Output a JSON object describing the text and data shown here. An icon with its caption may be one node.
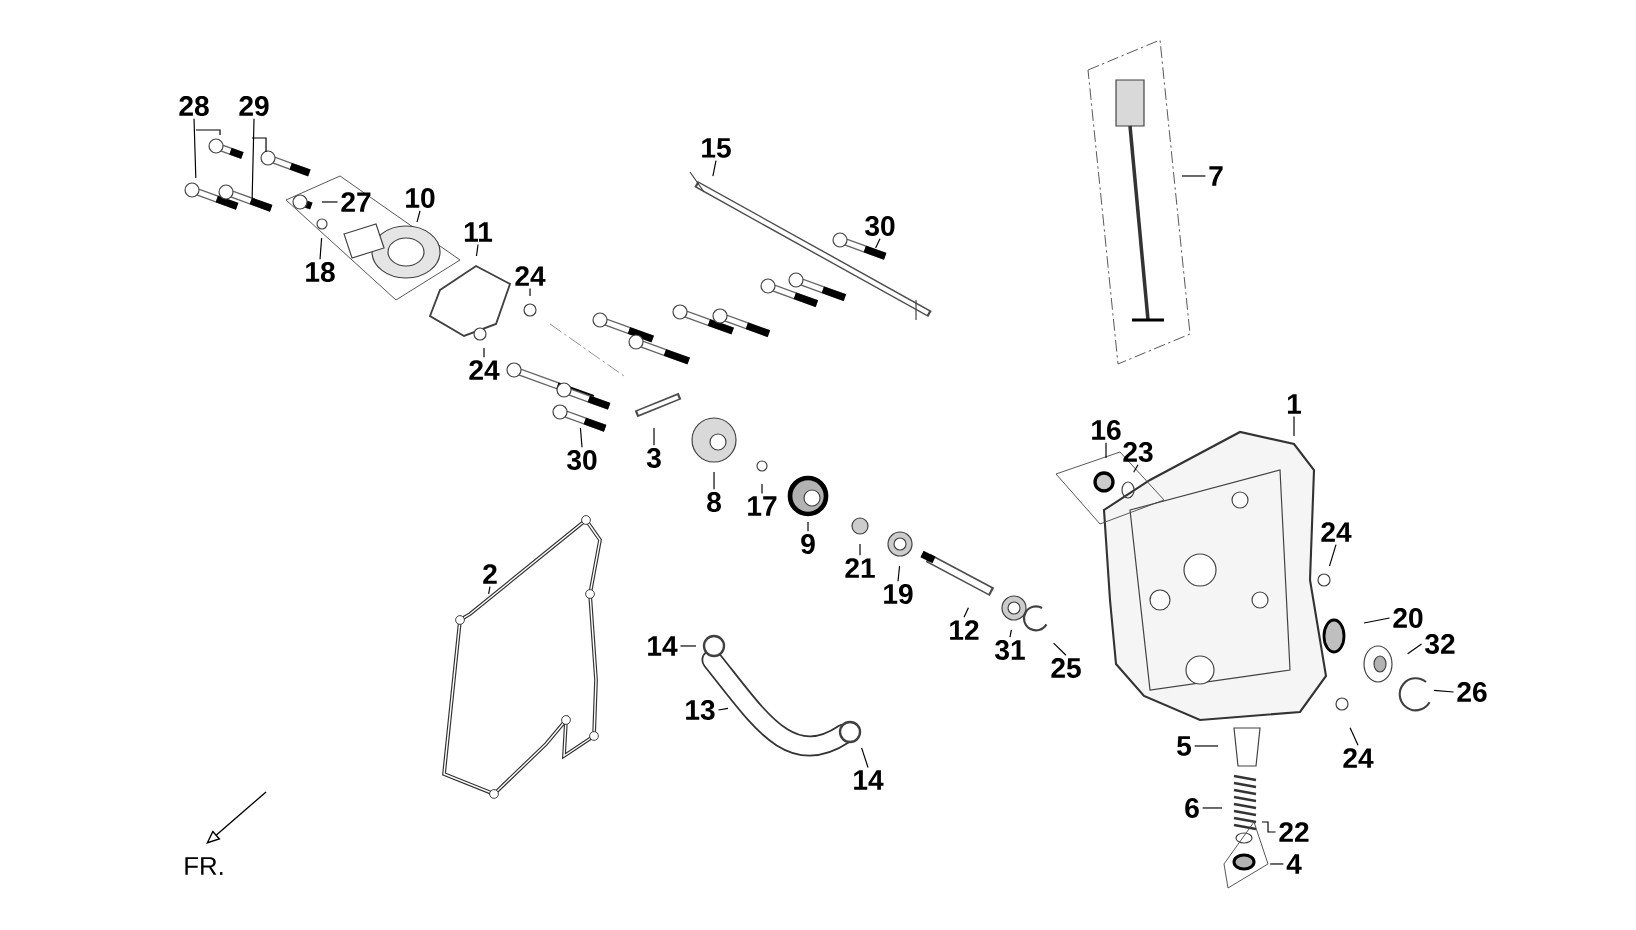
{
  "diagram": {
    "nodes": [
      {
        "text": [
          "28"
        ]
      },
      {
        "text": [
          "29"
        ]
      },
      {
        "text": [
          "15"
        ]
      },
      {
        "text": [
          "7"
        ]
      },
      {
        "text": [
          "30"
        ]
      },
      {
        "text": [
          "27"
        ]
      },
      {
        "text": [
          "10"
        ]
      },
      {
        "text": [
          "11"
        ]
      },
      {
        "text": [
          "18"
        ]
      },
      {
        "text": [
          "24"
        ]
      },
      {
        "text": [
          "24"
        ]
      },
      {
        "text": [
          "1"
        ]
      },
      {
        "text": [
          "16"
        ]
      },
      {
        "text": [
          "23"
        ]
      },
      {
        "text": [
          "30"
        ]
      },
      {
        "text": [
          "3"
        ]
      },
      {
        "text": [
          "8"
        ]
      },
      {
        "text": [
          "17"
        ]
      },
      {
        "text": [
          "9"
        ]
      },
      {
        "text": [
          "24"
        ]
      },
      {
        "text": [
          "21"
        ]
      },
      {
        "text": [
          "2"
        ]
      },
      {
        "text": [
          "19"
        ]
      },
      {
        "text": [
          "20"
        ]
      },
      {
        "text": [
          "12"
        ]
      },
      {
        "text": [
          "14"
        ]
      },
      {
        "text": [
          "31"
        ]
      },
      {
        "text": [
          "32"
        ]
      },
      {
        "text": [
          "25"
        ]
      },
      {
        "text": [
          "26"
        ]
      },
      {
        "text": [
          "13"
        ]
      },
      {
        "text": [
          "24"
        ]
      },
      {
        "text": [
          "5"
        ]
      },
      {
        "text": [
          "14"
        ]
      },
      {
        "text": [
          "6"
        ]
      },
      {
        "text": [
          "22"
        ]
      },
      {
        "text": [
          "4"
        ]
      }
    ],
    "edges": [
      {
        "from": 0,
        "to": null,
        "arrow": "none"
      },
      {
        "from": 1,
        "to": null,
        "arrow": "none"
      },
      {
        "from": 2,
        "to": null,
        "arrow": "none"
      },
      {
        "from": 3,
        "to": null,
        "arrow": "none"
      },
      {
        "from": 4,
        "to": null,
        "arrow": "none"
      },
      {
        "from": 5,
        "to": null,
        "arrow": "none"
      },
      {
        "from": 6,
        "to": null,
        "arrow": "none"
      },
      {
        "from": 7,
        "to": null,
        "arrow": "none"
      },
      {
        "from": 8,
        "to": null,
        "arrow": "none"
      },
      {
        "from": 9,
        "to": null,
        "arrow": "none"
      },
      {
        "from": 10,
        "to": null,
        "arrow": "none"
      },
      {
        "from": 11,
        "to": null,
        "arrow": "none"
      },
      {
        "from": 12,
        "to": null,
        "arrow": "none"
      },
      {
        "from": 13,
        "to": null,
        "arrow": "none"
      },
      {
        "from": 14,
        "to": null,
        "arrow": "none"
      },
      {
        "from": 15,
        "to": null,
        "arrow": "none"
      },
      {
        "from": 16,
        "to": null,
        "arrow": "none"
      },
      {
        "from": 17,
        "to": null,
        "arrow": "none"
      },
      {
        "from": 18,
        "to": null,
        "arrow": "none"
      },
      {
        "from": 19,
        "to": null,
        "arrow": "none"
      },
      {
        "from": 20,
        "to": null,
        "arrow": "none"
      },
      {
        "from": 21,
        "to": null,
        "arrow": "none"
      },
      {
        "from": 22,
        "to": null,
        "arrow": "none"
      },
      {
        "from": 23,
        "to": null,
        "arrow": "none"
      },
      {
        "from": 24,
        "to": null,
        "arrow": "none"
      },
      {
        "from": 25,
        "to": null,
        "arrow": "none"
      },
      {
        "from": 26,
        "to": null,
        "arrow": "none"
      },
      {
        "from": 27,
        "to": null,
        "arrow": "none"
      },
      {
        "from": 28,
        "to": null,
        "arrow": "none"
      },
      {
        "from": 29,
        "to": null,
        "arrow": "none"
      },
      {
        "from": 30,
        "to": null,
        "arrow": "none"
      },
      {
        "from": 31,
        "to": null,
        "arrow": "none"
      },
      {
        "from": 32,
        "to": null,
        "arrow": "none"
      },
      {
        "from": 33,
        "to": null,
        "arrow": "none"
      },
      {
        "from": 34,
        "to": null,
        "arrow": "none"
      },
      {
        "from": 35,
        "to": null,
        "arrow": "none"
      },
      {
        "from": 36,
        "to": null,
        "arrow": "none"
      }
    ],
    "labels": [
      "FR."
    ]
  }
}
